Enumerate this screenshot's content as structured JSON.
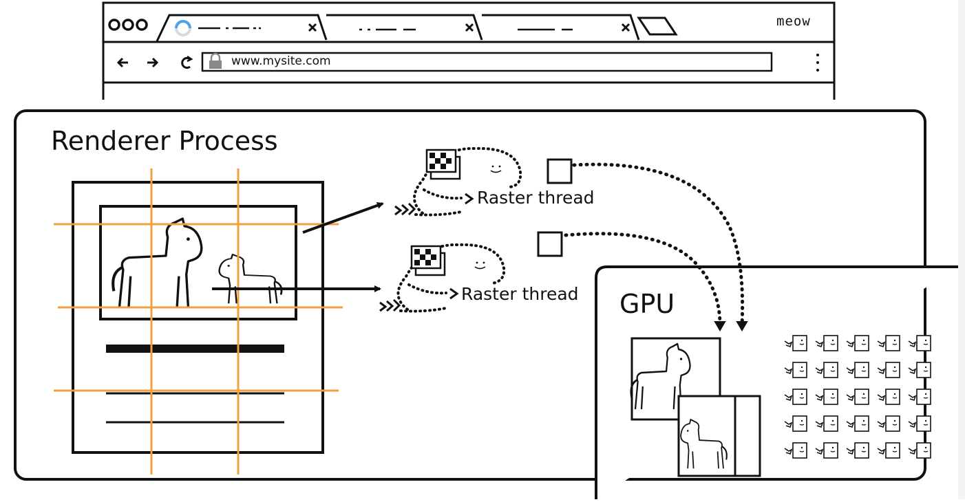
{
  "browser": {
    "title": "meow",
    "url": "www.mysite.com",
    "tabs": [
      {
        "name": "tab-1-loading",
        "active": true
      },
      {
        "name": "tab-2"
      },
      {
        "name": "tab-3"
      }
    ],
    "nav_icons": [
      "back-arrow-icon",
      "forward-arrow-icon",
      "reload-icon",
      "lock-icon",
      "more-menu-icon"
    ]
  },
  "renderer": {
    "title": "Renderer Process",
    "threads": [
      {
        "label": "Raster thread"
      },
      {
        "label": "Raster thread"
      }
    ]
  },
  "gpu": {
    "title": "GPU",
    "worker_grid": {
      "rows": 5,
      "cols": 5
    }
  },
  "colors": {
    "ink": "#111111",
    "grid_lines": "#f0a040",
    "paper": "#ffffff"
  }
}
